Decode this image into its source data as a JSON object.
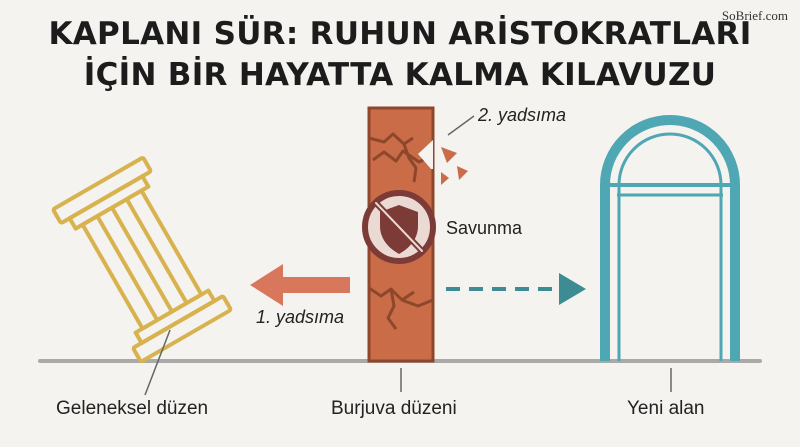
{
  "brand": "SoBrief.com",
  "title": {
    "line1": "KAPLANI SÜR: RUHUN ARİSTOKRATLARI",
    "line2": "İÇİN BİR HAYATTA KALMA KILAVUZU"
  },
  "labels": {
    "second_negation": "2. yadsıma",
    "defense": "Savunma",
    "first_negation": "1. yadsıma",
    "traditional_order": "Geleneksel düzen",
    "bourgeois_order": "Burjuva düzeni",
    "new_space": "Yeni alan"
  },
  "icons": {
    "column": "fallen-column-icon",
    "wall": "cracked-wall-icon",
    "defense": "crossed-shield-icon",
    "arch": "arch-doorway-icon"
  },
  "colors": {
    "column": "#d8b24e",
    "wall": "#c96c47",
    "arrow_left": "#d9775d",
    "arrow_right": "#3e8c93",
    "arch": "#4ea7b3",
    "shield": "#7c3b37",
    "ground": "#a9aaa8"
  }
}
